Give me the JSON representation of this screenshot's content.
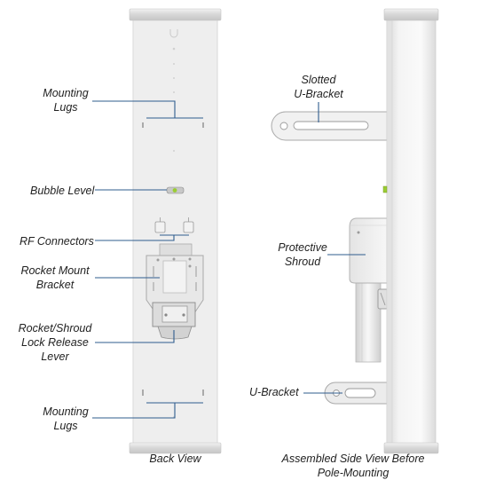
{
  "colors": {
    "callout_line": "#2f5c8e",
    "antenna_body": "#eeeeee",
    "antenna_cap": "#dcdcdc",
    "bubble_level": "#9acd32"
  },
  "labels": {
    "mounting_lugs_top": [
      "Mounting",
      "Lugs"
    ],
    "bubble_level": "Bubble Level",
    "rf_connectors": "RF Connectors",
    "rocket_mount_bracket": [
      "Rocket Mount",
      "Bracket"
    ],
    "lock_release_lever": [
      "Rocket/Shroud",
      "Lock Release",
      "Lever"
    ],
    "mounting_lugs_bottom": [
      "Mounting",
      "Lugs"
    ],
    "slotted_u_bracket": [
      "Slotted",
      "U-Bracket"
    ],
    "protective_shroud": [
      "Protective",
      "Shroud"
    ],
    "u_bracket": "U-Bracket"
  },
  "captions": {
    "back_view": "Back View",
    "side_view": [
      "Assembled Side View Before",
      "Pole-Mounting"
    ]
  }
}
